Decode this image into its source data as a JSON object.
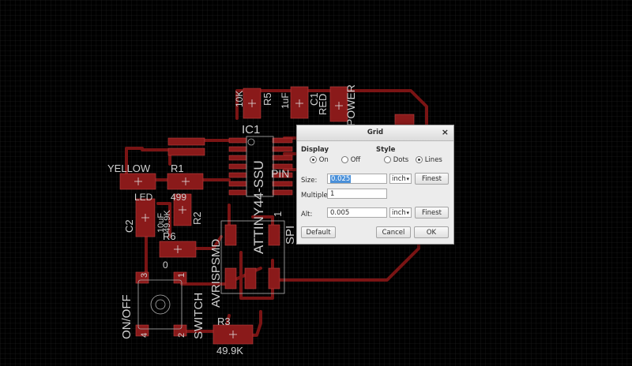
{
  "pcb": {
    "labels": {
      "yellow": "YELLOW",
      "r1": "R1",
      "led": "LED",
      "val499": "499",
      "r2": "R2",
      "val499k": "49.9K",
      "val10uf": "10uF",
      "c2": "C2",
      "r6": "R6",
      "zero": "0",
      "avrispsmd": "AVRISPSMD",
      "switch": "SWITCH",
      "onoff": "ON/OFF",
      "r3": "R3",
      "r3val": "49.9K",
      "ic1": "IC1",
      "attiny": "ATTINY44-SSU",
      "spi": "SPI",
      "one": "1",
      "pin": "PIN",
      "tenk": "10K",
      "r5": "R5",
      "oneuf": "1uF",
      "c1": "C1",
      "red": "RED",
      "power": "POWER",
      "p3": "3",
      "p4": "4",
      "p1": "1",
      "p2": "2"
    }
  },
  "dialog": {
    "title": "Grid",
    "close": "×",
    "display_heading": "Display",
    "style_heading": "Style",
    "display_on": "On",
    "display_off": "Off",
    "style_dots": "Dots",
    "style_lines": "Lines",
    "display_selected": "On",
    "style_selected": "Lines",
    "size_label": "Size:",
    "size_value": "0.025",
    "size_unit": "inch",
    "multiple_label": "Multiple:",
    "multiple_value": "1",
    "alt_label": "Alt:",
    "alt_value": "0.005",
    "alt_unit": "inch",
    "finest_label": "Finest",
    "default_label": "Default",
    "cancel_label": "Cancel",
    "ok_label": "OK"
  }
}
